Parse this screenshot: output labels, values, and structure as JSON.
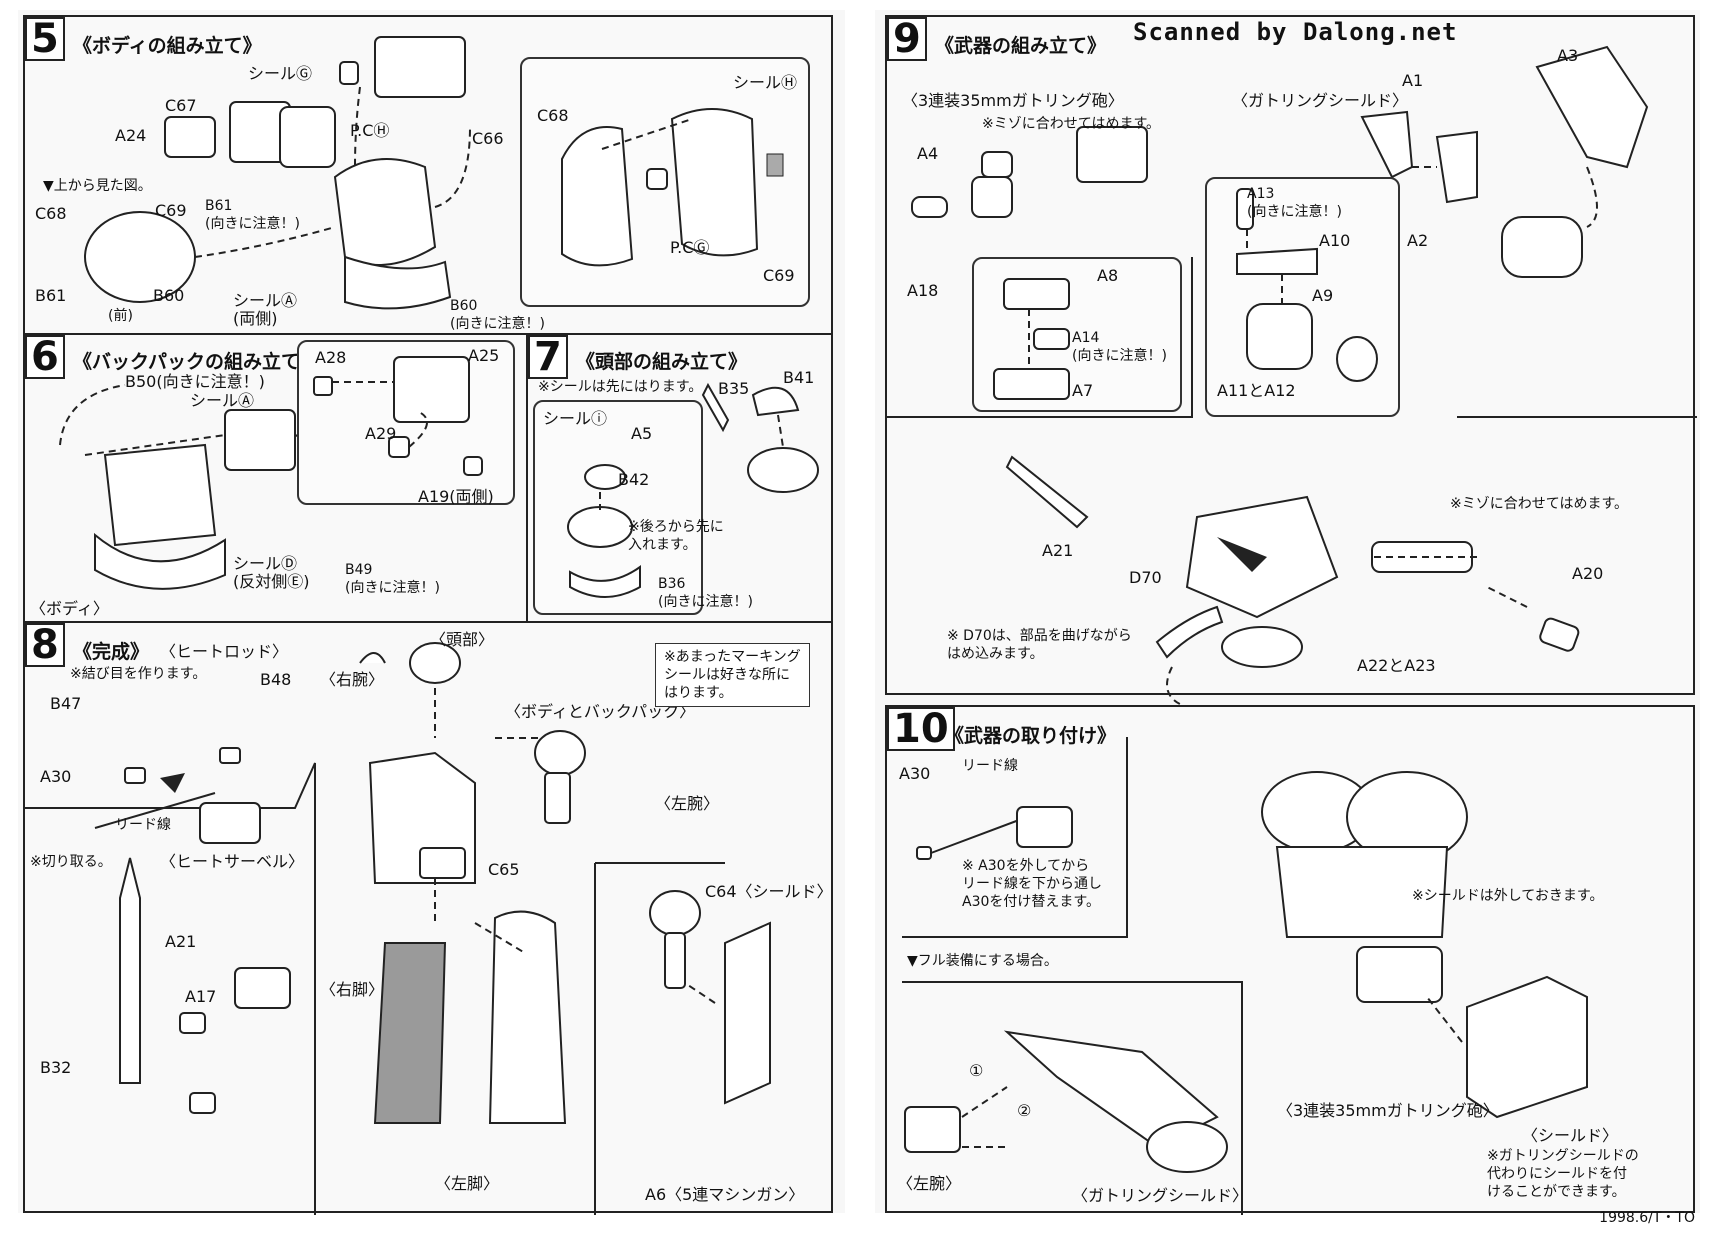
{
  "scan_credit": "Scanned by Dalong.net",
  "footer_code": "1998.6/T・TO",
  "steps": {
    "s5": {
      "number": "5",
      "title": "《ボディの組み立て》",
      "labels": {
        "seal_g": "シールⒼ",
        "c67": "C67",
        "a24": "A24",
        "pch": "P.CⒽ",
        "c66": "C66",
        "top_view": "▼上から見た図。",
        "c68": "C68",
        "c69": "C69",
        "b61": "B61",
        "b60": "B60",
        "front": "(前)",
        "b61_note": "B61\n(向きに注意！)",
        "seal_a": "シールⒶ\n(両側)",
        "b60_note": "B60\n(向きに注意！)",
        "detail_c68": "C68",
        "seal_h": "シールⒽ",
        "pcg": "P.CⒼ",
        "detail_c69": "C69"
      }
    },
    "s6": {
      "number": "6",
      "title": "《バックパックの組み立て》",
      "labels": {
        "b50": "B50(向きに注意！)",
        "seal_a": "シールⒶ",
        "a28": "A28",
        "a25": "A25",
        "a29": "A29",
        "a19": "A19(両側)",
        "body": "〈ボディ〉",
        "seal_d": "シールⒹ\n(反対側Ⓔ)",
        "b49": "B49\n(向きに注意！)"
      }
    },
    "s7": {
      "number": "7",
      "title": "《頭部の組み立て》",
      "labels": {
        "note": "※シールは先にはります。",
        "b35": "B35",
        "b41": "B41",
        "seal_i": "シールⓘ",
        "a5": "A5",
        "b42": "B42",
        "rear_note": "※後ろから先に\n入れます。",
        "b36": "B36\n(向きに注意！)"
      }
    },
    "s8": {
      "number": "8",
      "title": "《完成》",
      "labels": {
        "heat_rod": "〈ヒートロッド〉",
        "knot_note": "※結び目を作ります。",
        "b48": "B48",
        "b47": "B47",
        "a30": "A30",
        "lead_wire": "リード線",
        "cut_note": "※切り取る。",
        "heat_saber": "〈ヒートサーベル〉",
        "a21": "A21",
        "a17": "A17",
        "b32": "B32",
        "head": "〈頭部〉",
        "right_arm": "〈右腕〉",
        "body_backpack": "〈ボディとバックパック〉",
        "left_arm": "〈左腕〉",
        "c65": "C65",
        "right_leg": "〈右脚〉",
        "left_leg": "〈左脚〉",
        "marking_note": "※あまったマーキング\nシールは好きな所に\nはります。",
        "c64_shield": "C64〈シールド〉",
        "a6_gun": "A6〈5連マシンガン〉"
      }
    },
    "s9": {
      "number": "9",
      "title": "《武器の組み立て》",
      "labels": {
        "gatling": "〈3連装35mmガトリング砲〉",
        "groove_note": "※ミゾに合わせてはめます。",
        "a4": "A4",
        "a18": "A18",
        "a8": "A8",
        "a14": "A14\n(向きに注意！)",
        "a7": "A7",
        "gatling_shield": "〈ガトリングシールド〉",
        "a1": "A1",
        "a3": "A3",
        "a2": "A2",
        "a13": "A13\n(向きに注意！)",
        "a10": "A10",
        "a9": "A9",
        "a11_12": "A11とA12",
        "groove_note2": "※ミゾに合わせてはめます。",
        "a21": "A21",
        "d70": "D70",
        "a20": "A20",
        "d70_note": "※ D70は、部品を曲げながら\nはめ込みます。",
        "a22_23": "A22とA23"
      }
    },
    "s10": {
      "number": "10",
      "title": "《武器の取り付け》",
      "labels": {
        "a30": "A30",
        "lead_wire": "リード線",
        "swap_note": "※ A30を外してから\nリード線を下から通し\nA30を付け替えます。",
        "shield_off": "※シールドは外しておきます。",
        "full_equip": "▼フル装備にする場合。",
        "step1": "①",
        "step2": "②",
        "left_arm": "〈左腕〉",
        "gatling_shield": "〈ガトリングシールド〉",
        "gatling": "〈3連装35mmガトリング砲〉",
        "shield": "〈シールド〉",
        "shield_note": "※ガトリングシールドの\n代わりにシールドを付\nけることができます。"
      }
    }
  }
}
